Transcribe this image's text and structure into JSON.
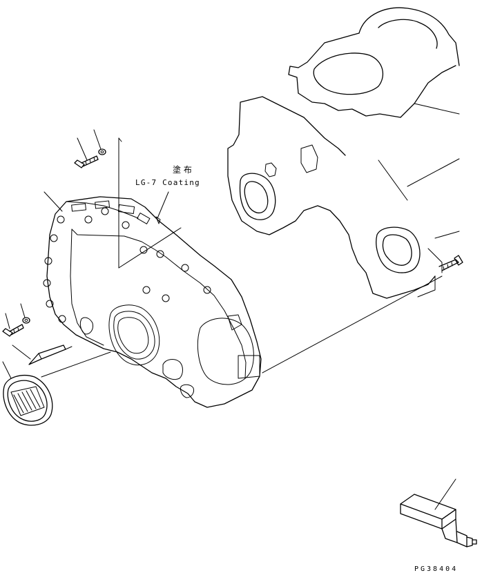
{
  "annotation": {
    "cjk_label": "塗 布",
    "coating_label": "LG-7 Coating"
  },
  "figure_code": "PG38404"
}
